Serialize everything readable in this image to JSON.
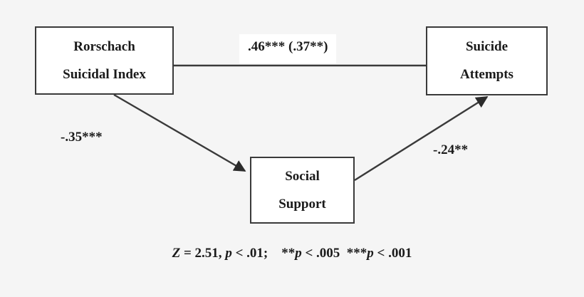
{
  "figure": {
    "type": "mediation-path-diagram",
    "background_color": "#f5f5f5",
    "node_fill": "#ffffff",
    "line_color": "#3a3a3a",
    "text_color": "#1a1a1a"
  },
  "nodes": {
    "predictor": {
      "id": "rorschach-suicidal-index",
      "line1": "Rorschach",
      "line2": "Suicidal Index"
    },
    "outcome": {
      "id": "suicide-attempts",
      "line1": "Suicide",
      "line2": "Attempts"
    },
    "mediator": {
      "id": "social-support",
      "line1": "Social",
      "line2": "Support"
    }
  },
  "edges": {
    "direct": {
      "from": "rorschach-suicidal-index",
      "to": "suicide-attempts",
      "label": ".46*** (.37**)",
      "coefficient": 0.46,
      "coefficient_controlled": 0.37,
      "arrowhead": false
    },
    "a_path": {
      "from": "rorschach-suicidal-index",
      "to": "social-support",
      "label": "-.35***",
      "coefficient": -0.35,
      "arrowhead": true
    },
    "b_path": {
      "from": "social-support",
      "to": "suicide-attempts",
      "label": "-.24**",
      "coefficient": -0.24,
      "arrowhead": true
    }
  },
  "footnote": {
    "z_symbol": "Z",
    "z_equals": " = 2.51, ",
    "p_symbol_1": "p",
    "p_text_1": " < .01;    **",
    "p_symbol_2": "p",
    "p_text_2": " < .005  ***",
    "p_symbol_3": "p",
    "p_text_3": " < .001"
  }
}
